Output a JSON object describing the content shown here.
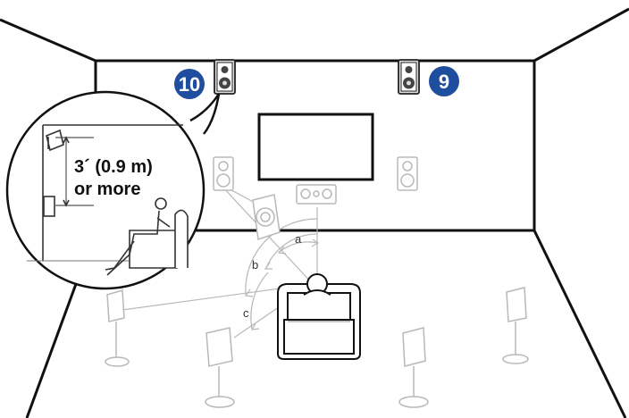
{
  "diagram": {
    "height_note": {
      "line1": "3´ (0.9 m)",
      "line2": "or more"
    },
    "badges": [
      {
        "number": "10",
        "color": "#1f4e9e"
      },
      {
        "number": "9",
        "color": "#1f4e9e"
      }
    ],
    "angle_labels": [
      "a",
      "b",
      "c"
    ],
    "colors": {
      "walls": "#111111",
      "faded_lines": "#b8b8b8",
      "badge": "#1f4e9e",
      "speaker_dark": "#2a2a2a"
    }
  }
}
